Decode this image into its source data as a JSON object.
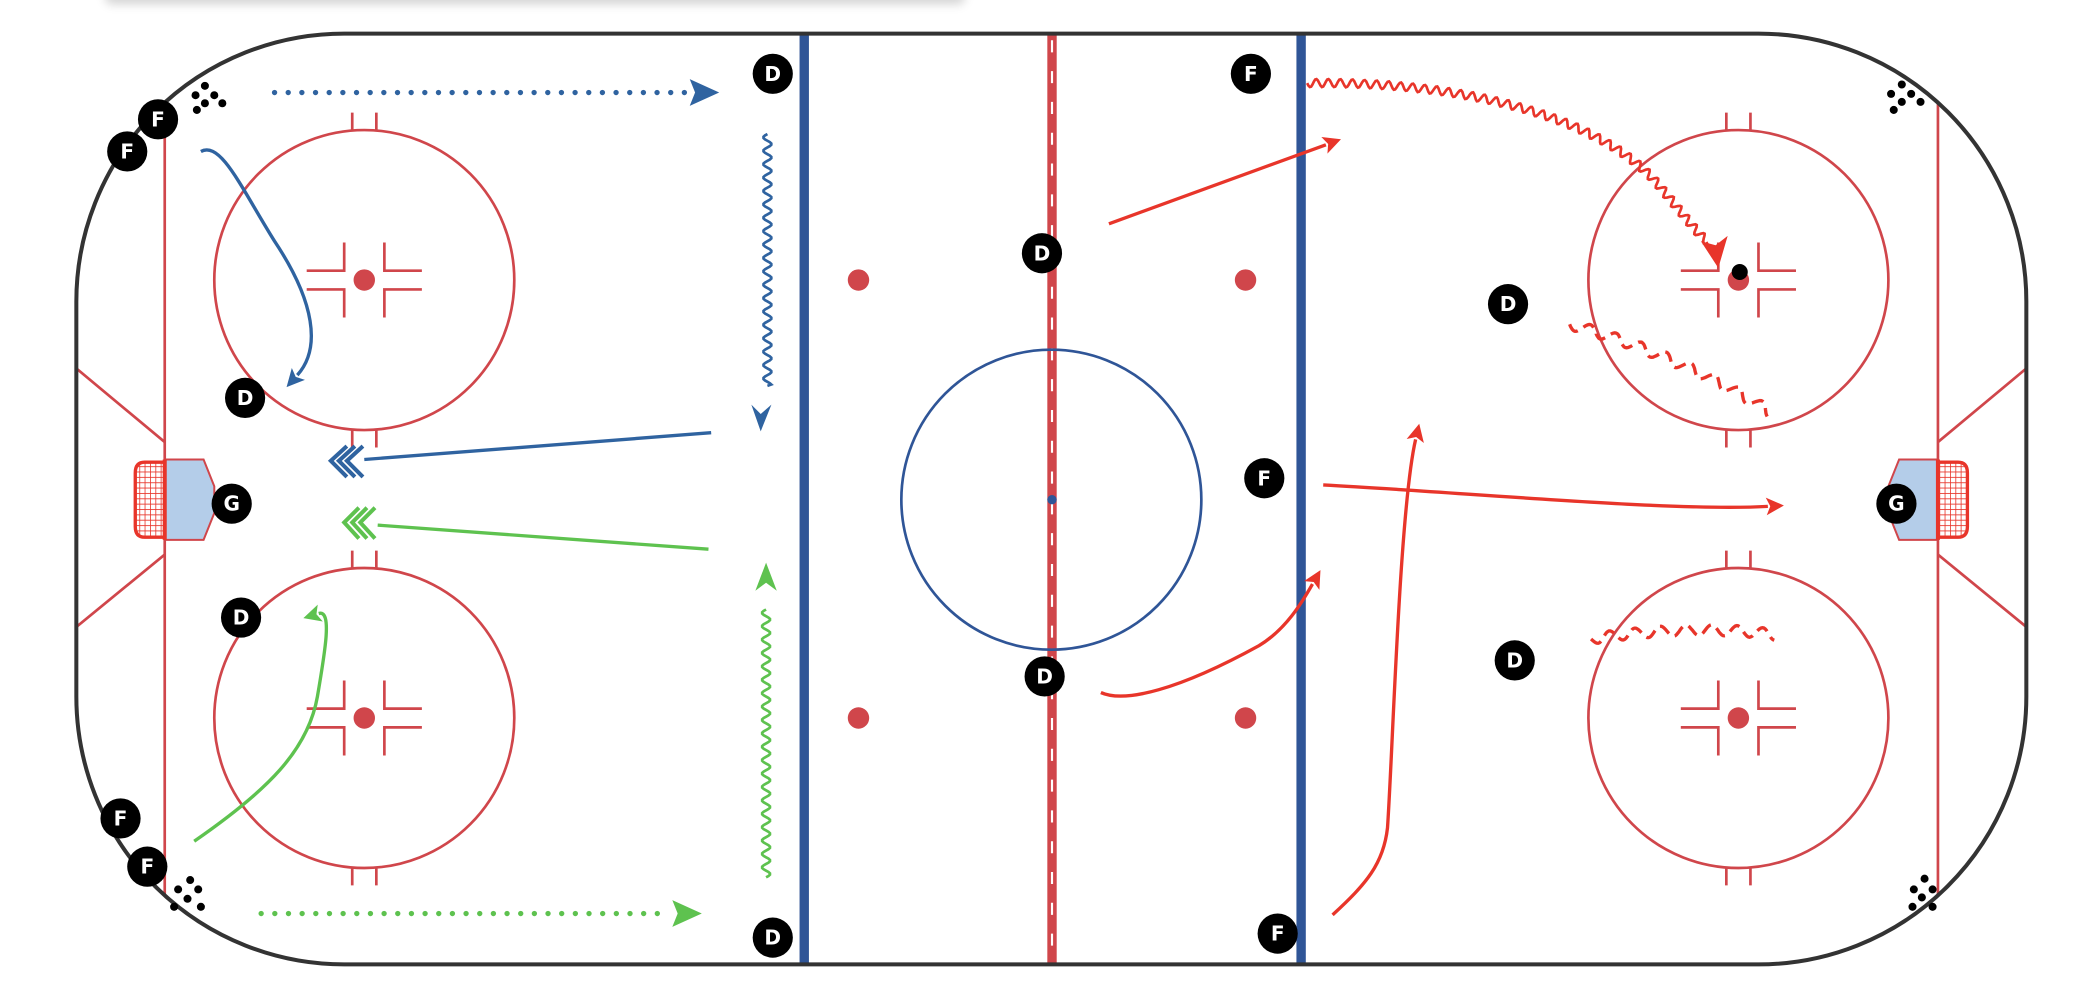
{
  "colors": {
    "boards": "#333333",
    "red_line": "#d0464b",
    "blue_line": "#2f5597",
    "crease": "#b4cde9",
    "team_blue": "#2f63a0",
    "team_green": "#5ec24f",
    "team_red": "#e8352a",
    "marker": "#000000"
  },
  "players": [
    {
      "label": "F"
    },
    {
      "label": "F"
    },
    {
      "label": "D"
    },
    {
      "label": "D"
    },
    {
      "label": "G"
    },
    {
      "label": "D"
    },
    {
      "label": "F"
    },
    {
      "label": "F"
    },
    {
      "label": "D"
    },
    {
      "label": "D"
    },
    {
      "label": "D"
    },
    {
      "label": "F"
    },
    {
      "label": "F"
    },
    {
      "label": "F"
    },
    {
      "label": "D"
    },
    {
      "label": "D"
    },
    {
      "label": "G"
    }
  ]
}
